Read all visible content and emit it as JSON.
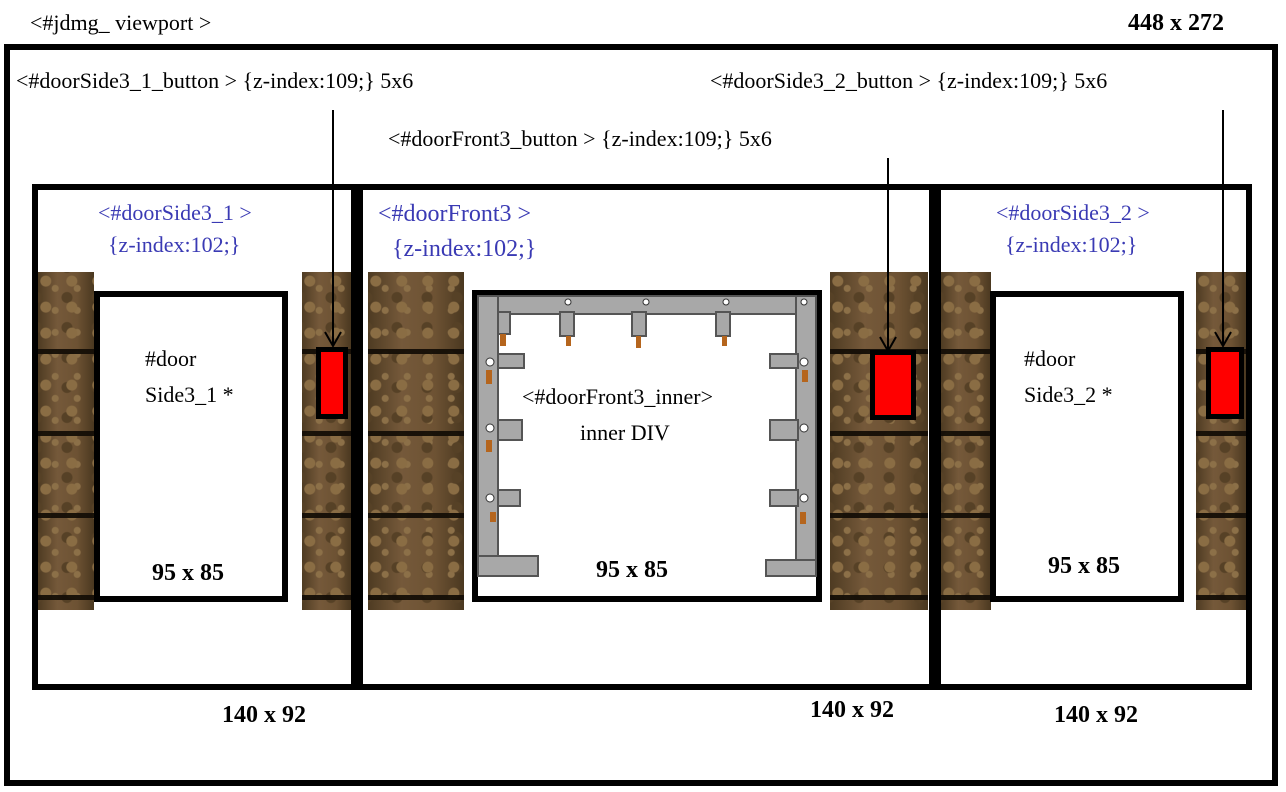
{
  "viewport": {
    "label": "<#jdmg_ viewport >",
    "size": "448 x 272"
  },
  "buttons": {
    "side1": "<#doorSide3_1_button > {z-index:109;} 5x6",
    "side2": "<#doorSide3_2_button > {z-index:109;} 5x6",
    "front": "<#doorFront3_button > {z-index:109;} 5x6"
  },
  "doorSide1": {
    "name": "<#doorSide3_1 >",
    "z": "{z-index:102;}",
    "inner_line1": "#door",
    "inner_line2": "Side3_1 *",
    "inner_size": "95 x 85",
    "size": "140 x 92"
  },
  "doorFront": {
    "name": "<#doorFront3 >",
    "z": "{z-index:102;}",
    "inner_line1": "<#doorFront3_inner>",
    "inner_line2": "inner DIV",
    "inner_size": "95 x 85",
    "size": "140 x 92"
  },
  "doorSide2": {
    "name": "<#doorSide3_2 >",
    "z": "{z-index:102;}",
    "inner_line1": "#door",
    "inner_line2": "Side3_2 *",
    "inner_size": "95 x 85",
    "size": "140 x 92"
  },
  "colors": {
    "button_red": "#ff0000",
    "label_blue": "#3a3ab4",
    "wall_brown": "#6e5433",
    "frame_gray": "#a9a9a9"
  }
}
